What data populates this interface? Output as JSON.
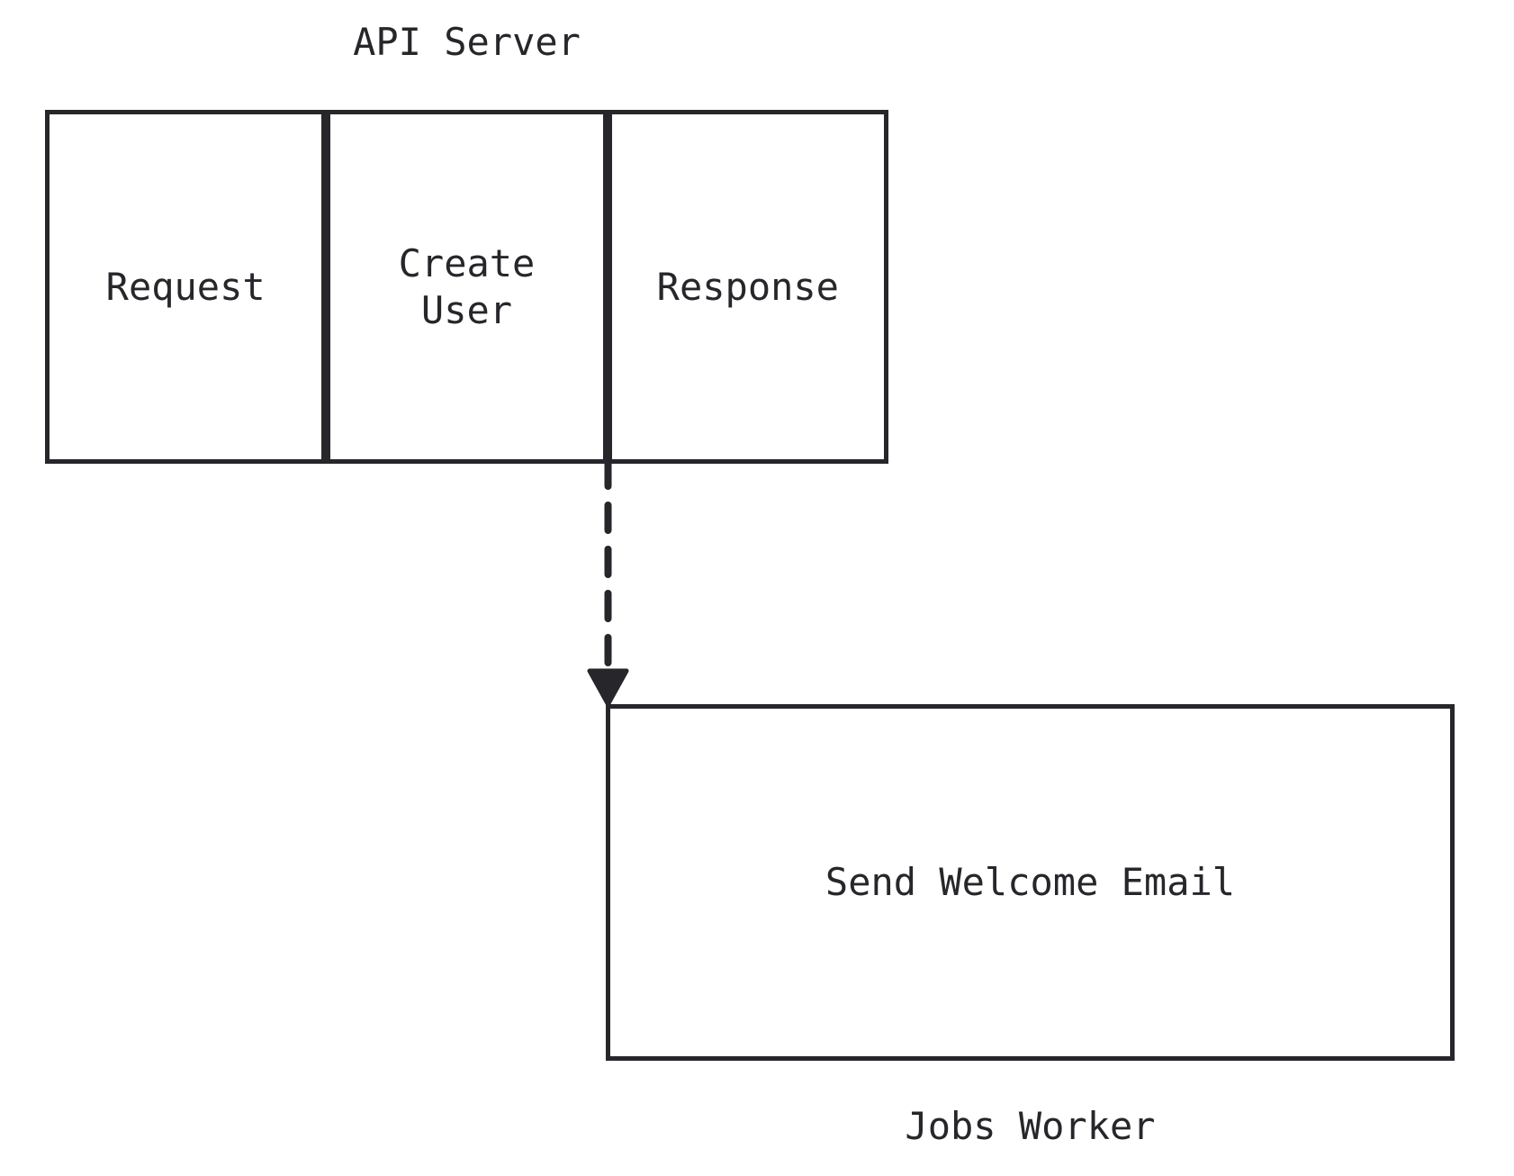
{
  "canvas": {
    "background": "#ffffff",
    "stroke": "#26262b"
  },
  "groups": {
    "api_server": {
      "label": "API Server",
      "nodes": [
        {
          "label": "Request"
        },
        {
          "label": "Create User"
        },
        {
          "label": "Response"
        }
      ]
    },
    "jobs_worker": {
      "label": "Jobs Worker",
      "nodes": [
        {
          "label": "Send Welcome Email"
        }
      ]
    }
  },
  "connections": [
    {
      "from": "Create User",
      "to": "Send Welcome Email",
      "style": "dashed",
      "direction": "down",
      "arrowhead": "filled-triangle"
    }
  ]
}
